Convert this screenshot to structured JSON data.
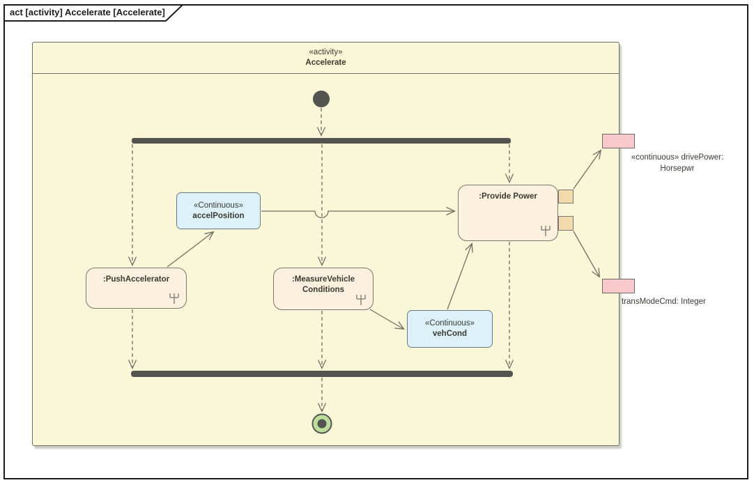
{
  "tab": {
    "title": "act [activity] Accelerate [Accelerate]"
  },
  "activity": {
    "stereotype": "«activity»",
    "name": "Accelerate"
  },
  "nodes": {
    "pushAccelerator": {
      "name": ":PushAccelerator"
    },
    "measureVehicle": {
      "name_line1": ":MeasureVehicle",
      "name_line2": "Conditions"
    },
    "providePower": {
      "name": ":Provide Power"
    },
    "accelPosition": {
      "stereotype": "«Continuous»",
      "name": "accelPosition"
    },
    "vehCond": {
      "stereotype": "«Continuous»",
      "name": "vehCond"
    }
  },
  "parameters": {
    "drivePower": {
      "line1": "«continuous» drivePower:",
      "line2": "Horsepwr"
    },
    "transModeCmd": {
      "label": "transModeCmd: Integer"
    }
  },
  "colors": {
    "activity_fill": "#FAF6D8",
    "action_fill": "#FCF0DE",
    "object_fill": "#DDF1F9",
    "pin_fill": "#F3DBAD",
    "parameter_fill": "#F9C9CC",
    "node_border": "#77776d",
    "control_node": "#54544e",
    "final_fill": "#BCDD9C",
    "edge": "#6f6f64"
  }
}
